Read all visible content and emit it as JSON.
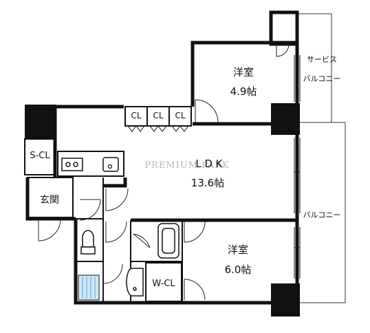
{
  "rooms": {
    "western_room_top": {
      "name": "洋室",
      "size": "4.9帖"
    },
    "ldk": {
      "name": "L D K",
      "size": "13.6帖"
    },
    "western_room_bottom": {
      "name": "洋室",
      "size": "6.0帖"
    }
  },
  "labels": {
    "cl": "CL",
    "s_cl": "S-CL",
    "entrance": "玄関",
    "w_cl": "W-CL",
    "service_balcony_line1": "サービス",
    "service_balcony_line2": "バルコニー",
    "balcony": "バルコニー",
    "watermark": "PREMIUM PARK"
  },
  "colors": {
    "wall": "#111111",
    "line": "#222222",
    "fixture": "#9ad0f0"
  }
}
